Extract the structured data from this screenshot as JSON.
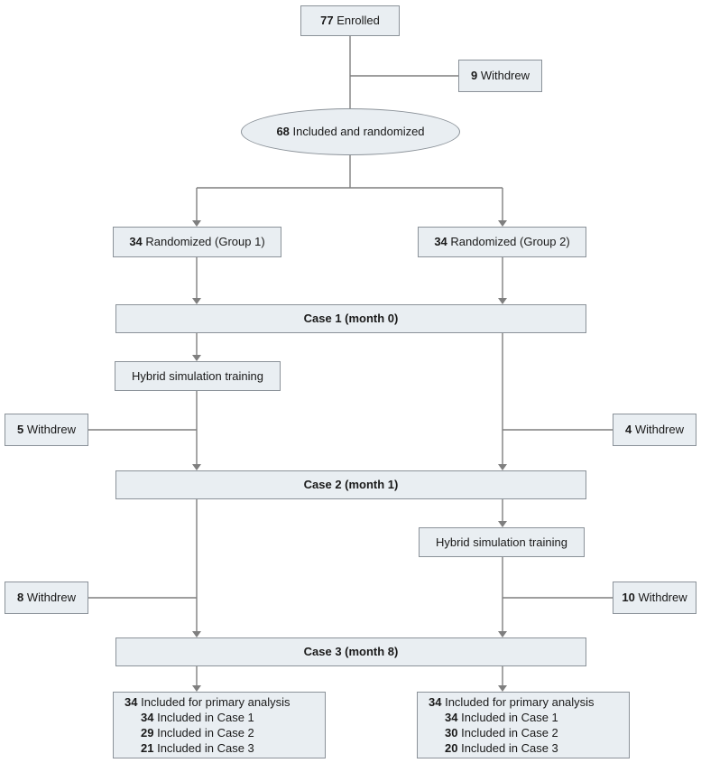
{
  "colors": {
    "box_fill": "#e9eef2",
    "box_border": "#8b9299",
    "line": "#7f7f7f",
    "text": "#1a1a1a",
    "background": "#ffffff"
  },
  "nodes": {
    "enrolled": {
      "count": "77",
      "label": "Enrolled"
    },
    "withdrew_top": {
      "count": "9",
      "label": "Withdrew"
    },
    "randomized": {
      "count": "68",
      "label": "Included and randomized"
    },
    "group1": {
      "count": "34",
      "label": "Randomized (Group 1)"
    },
    "group2": {
      "count": "34",
      "label": "Randomized (Group 2)"
    },
    "case1": {
      "label": "Case 1 (month 0)"
    },
    "hybrid_group1": {
      "label": "Hybrid simulation training"
    },
    "withdrew_left_1": {
      "count": "5",
      "label": "Withdrew"
    },
    "withdrew_right_1": {
      "count": "4",
      "label": "Withdrew"
    },
    "case2": {
      "label": "Case 2 (month 1)"
    },
    "hybrid_group2": {
      "label": "Hybrid simulation training"
    },
    "withdrew_left_2": {
      "count": "8",
      "label": "Withdrew"
    },
    "withdrew_right_2": {
      "count": "10",
      "label": "Withdrew"
    },
    "case3": {
      "label": "Case 3 (month 8)"
    },
    "final_group1": {
      "lines": [
        {
          "count": "34",
          "text": "Included for primary analysis"
        },
        {
          "count": "34",
          "text": "Included in Case 1"
        },
        {
          "count": "29",
          "text": "Included in Case 2"
        },
        {
          "count": "21",
          "text": "Included in Case 3"
        }
      ]
    },
    "final_group2": {
      "lines": [
        {
          "count": "34",
          "text": "Included for primary analysis"
        },
        {
          "count": "34",
          "text": "Included in Case 1"
        },
        {
          "count": "30",
          "text": "Included in Case 2"
        },
        {
          "count": "20",
          "text": "Included in Case 3"
        }
      ]
    }
  }
}
